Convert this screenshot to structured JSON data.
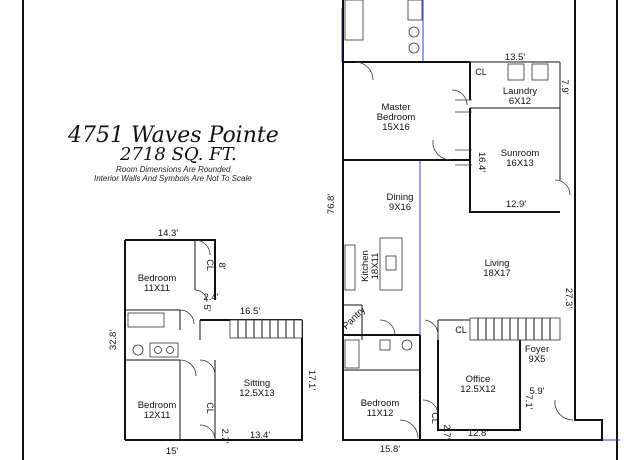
{
  "header": {
    "address": "4751 Waves Pointe",
    "sqft": "2718 SQ. FT.",
    "note_1": "Room Dimensions Are Rounded",
    "note_2": "Interior Walls And Symbols Are Not To Scale"
  },
  "rooms": {
    "master_bedroom": {
      "name": "Master",
      "name2": "Bedroom",
      "size": "15X16"
    },
    "laundry": {
      "name": "Laundry",
      "size": "6X12"
    },
    "sunroom": {
      "name": "Sunroom",
      "size": "16X13"
    },
    "dining": {
      "name": "Dining",
      "size": "9X16"
    },
    "kitchen": {
      "name": "Kitchen",
      "size": "18X11"
    },
    "living": {
      "name": "Living",
      "size": "18X17"
    },
    "pantry": {
      "name": "Pantry"
    },
    "foyer": {
      "name": "Foyer",
      "size": "9X5"
    },
    "office": {
      "name": "Office",
      "size": "12.5X12"
    },
    "bedroom_main": {
      "name": "Bedroom",
      "size": "11X12"
    },
    "bedroom_upper_1": {
      "name": "Bedroom",
      "size": "11X11"
    },
    "bedroom_upper_2": {
      "name": "Bedroom",
      "size": "12X11"
    },
    "sitting": {
      "name": "Sitting",
      "size": "12.5X13"
    }
  },
  "closets": {
    "label": "CL"
  },
  "dimensions": {
    "laundry_width": "13.5'",
    "laundry_side": "7.9'",
    "sunroom_side": "16.4'",
    "sunroom_bottom": "12.9'",
    "main_depth": "76.8'",
    "living_side": "27.3'",
    "foyer_side": "5.9'",
    "office_side": "7.1'",
    "office_bottom": "12.8'",
    "main_bottom": "15.8'",
    "hall_width": "2.7'",
    "upper_top": "14.3'",
    "upper_closet": "8'",
    "upper_hall": "2.4'",
    "upper_hall_2": "5'",
    "upper_stair": "16.5'",
    "upper_left": "32.8'",
    "sitting_side": "17.1'",
    "sitting_bottom": "13.4'",
    "upper_bottom": "15'",
    "upper_hall_3": "2.7'"
  },
  "colors": {
    "wall": "#111111",
    "outline": "#3344cc"
  }
}
